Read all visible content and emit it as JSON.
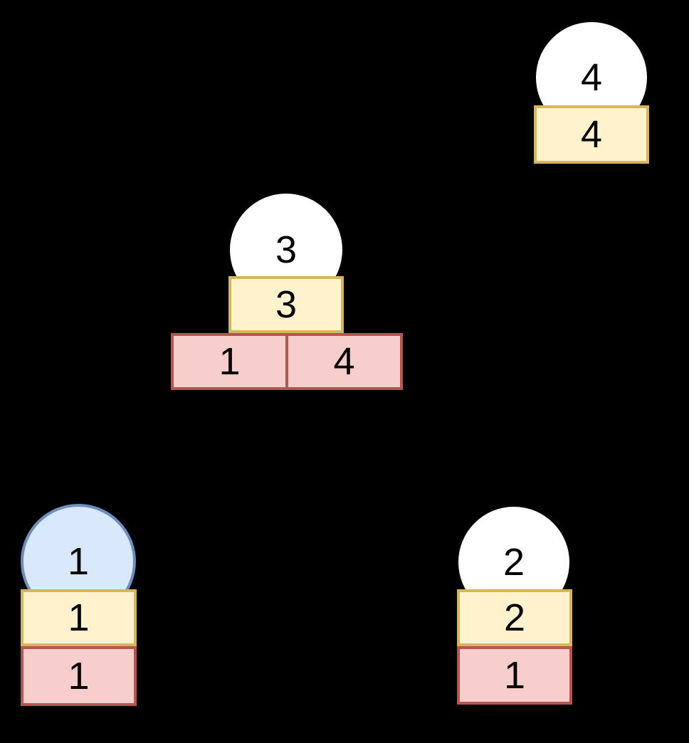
{
  "canvas": {
    "background": "#000000"
  },
  "palette": {
    "circle_fill": "#ffffff",
    "highlight_circle_fill": "#dae8fc",
    "highlight_circle_stroke": "#6c8ebf",
    "yellow_box_fill": "#fff2cc",
    "yellow_box_stroke": "#d6b656",
    "red_box_fill": "#f8cecc",
    "red_box_stroke": "#b85450",
    "label_color": "#000000"
  },
  "nodes": [
    {
      "id": "node-4",
      "circle": "4",
      "yellow": "4",
      "red": [],
      "highlighted": false
    },
    {
      "id": "node-3",
      "circle": "3",
      "yellow": "3",
      "red": [
        "1",
        "4"
      ],
      "highlighted": false
    },
    {
      "id": "node-1",
      "circle": "1",
      "yellow": "1",
      "red": [
        "1"
      ],
      "highlighted": true
    },
    {
      "id": "node-2",
      "circle": "2",
      "yellow": "2",
      "red": [
        "1"
      ],
      "highlighted": false
    }
  ]
}
